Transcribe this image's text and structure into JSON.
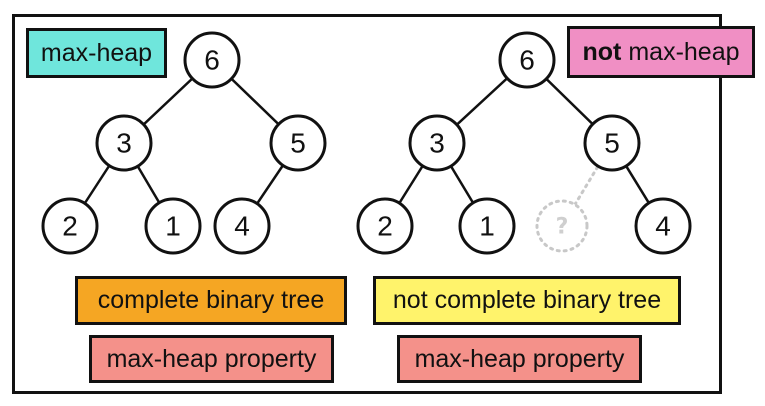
{
  "title_left": "max-heap",
  "title_right": {
    "emphasis": "not",
    "rest": "max-heap"
  },
  "left_tree": {
    "nodes": {
      "root": "6",
      "l": "3",
      "r": "5",
      "ll": "2",
      "lr": "1",
      "rl": "4"
    }
  },
  "right_tree": {
    "nodes": {
      "root": "6",
      "l": "3",
      "r": "5",
      "ll": "2",
      "lr": "1",
      "rl": "?",
      "rr": "4"
    }
  },
  "left_captions": [
    "complete binary tree",
    "max-heap property"
  ],
  "right_captions": [
    "not complete binary tree",
    "max-heap property"
  ],
  "colors": {
    "cyan": "#6fe6dc",
    "pink": "#f08fc4",
    "orange": "#f5a623",
    "yellow": "#fff36b",
    "salmon": "#f4918a"
  }
}
